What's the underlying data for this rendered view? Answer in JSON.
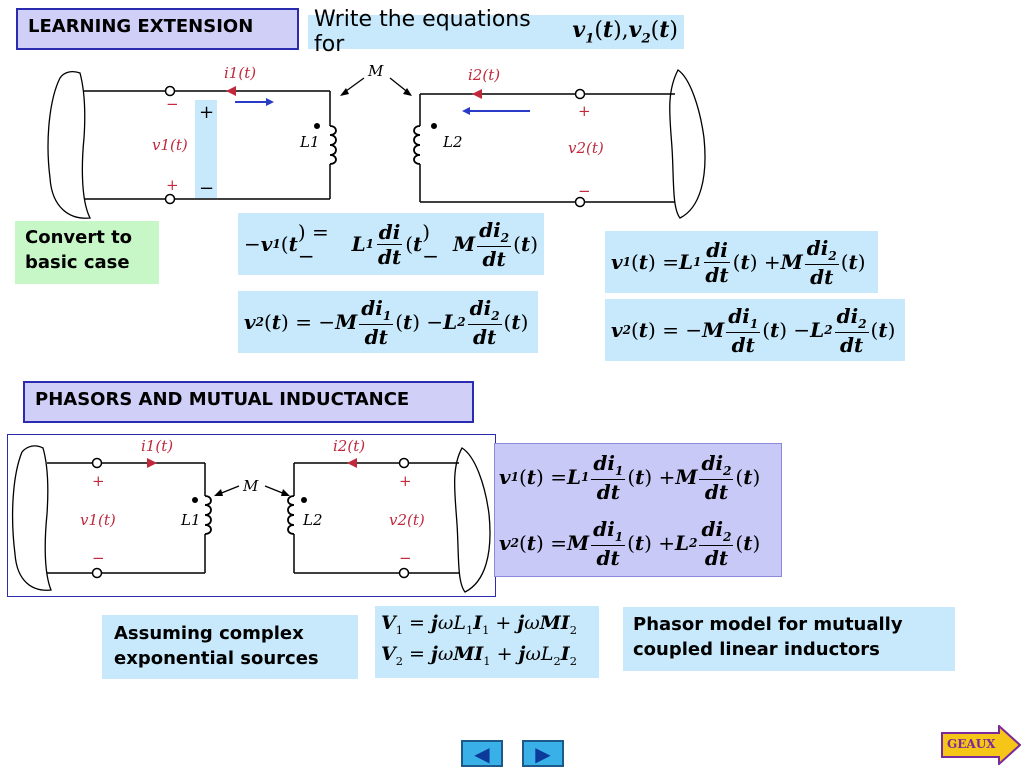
{
  "header": {
    "title": "LEARNING EXTENSION",
    "instruction_text": "Write the equations for",
    "instruction_math": "v1(t),v2(t)"
  },
  "circuit_top": {
    "mutual_label": "M",
    "i1": "i1(t)",
    "i2": "i2(t)",
    "v1": "v1(t)",
    "v2": "v2(t)",
    "L1": "L1",
    "L2": "L2",
    "plus": "+",
    "minus": "−"
  },
  "convert_box": {
    "line1": "Convert to",
    "line2": "basic case"
  },
  "equations_left": [
    "−v1(t) = −L1 di/dt (t) − M di2/dt (t)",
    "v2(t) = −M di1/dt (t) − L2 di2/dt (t)"
  ],
  "equations_right": [
    "v1(t) = L1 di/dt (t) + M di2/dt (t)",
    "v2(t) = −M di1/dt (t) − L2 di2/dt (t)"
  ],
  "section2": {
    "title": "PHASORS AND MUTUAL INDUCTANCE"
  },
  "equations_phasor_time": [
    "v1(t) = L1 di1/dt (t) + M di2/dt (t)",
    "v2(t) = M di1/dt (t) + L2 di2/dt (t)"
  ],
  "phasor_equations": [
    "V1 = jωL1I1 + jωMI2",
    "V2 = jωMI1 + jωL2I2"
  ],
  "assuming_box": {
    "line1": "Assuming complex",
    "line2": "exponential sources"
  },
  "phasor_model_box": {
    "line1": "Phasor model for mutually",
    "line2": "coupled linear inductors"
  },
  "nav": {
    "prev": "◀",
    "next": "▶",
    "geaux": "GEAUX"
  },
  "colors": {
    "accent_blue": "#c7e9fb",
    "title_purple": "#cfcff7",
    "green": "#c7f7c7",
    "red": "#c0283c"
  }
}
